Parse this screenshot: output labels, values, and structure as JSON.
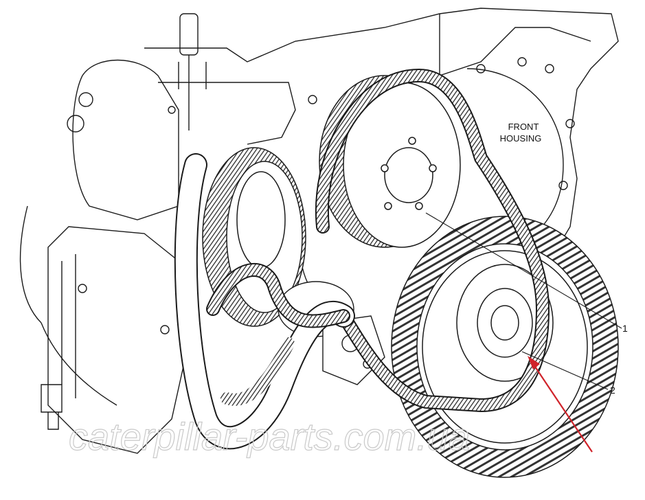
{
  "housing_label_line1": "FRONT",
  "housing_label_line2": "HOUSING",
  "callouts": [
    {
      "id": "1",
      "text": "1"
    },
    {
      "id": "2",
      "text": "2"
    }
  ],
  "watermark": "caterpillar-parts.com.ua",
  "colors": {
    "line": "#1a1a1a",
    "belt_ribs": "#3a3a3a",
    "arrow": "#d0232a",
    "watermark": "#c9c9c9",
    "background": "#ffffff"
  }
}
